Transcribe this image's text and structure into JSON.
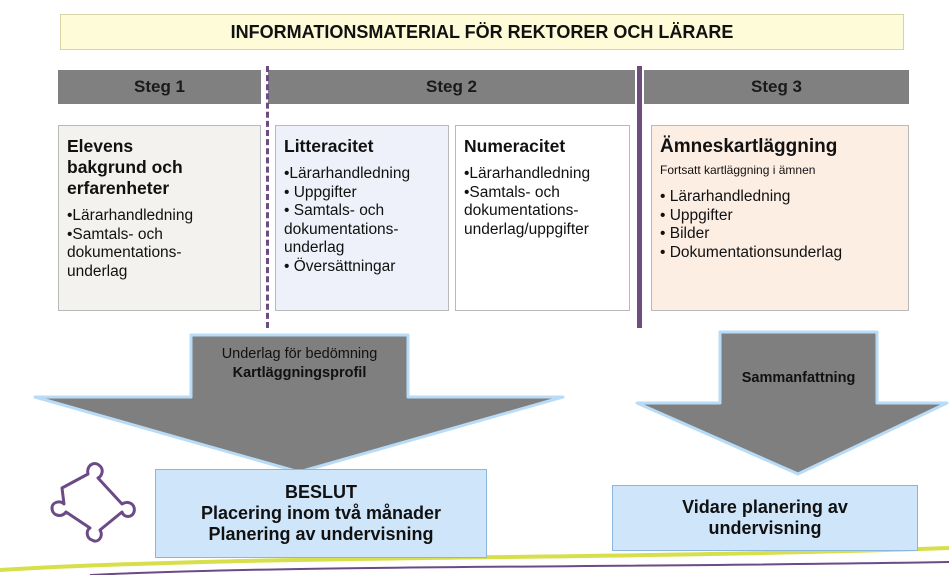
{
  "title": "INFORMATIONSMATERIAL FÖR REKTORER OCH LÄRARE",
  "steps": [
    "Steg 1",
    "Steg 2",
    "Steg 3"
  ],
  "cards": [
    {
      "title_lines": [
        "Elevens",
        "bakgrund och",
        "erfarenheter"
      ],
      "items": [
        "•Lärarhandledning",
        "•Samtals- och",
        "dokumentations-",
        "underlag"
      ]
    },
    {
      "title": "Litteracitet",
      "items": [
        "•Lärarhandledning",
        "• Uppgifter",
        "• Samtals- och",
        "dokumentations-",
        "underlag",
        "• Översättningar"
      ]
    },
    {
      "title": "Numeracitet",
      "items": [
        "•Lärarhandledning",
        "•Samtals- och",
        "dokumentations-",
        "underlag/uppgifter"
      ]
    },
    {
      "title": "Ämneskartläggning",
      "subtitle": "Fortsatt kartläggning i ämnen",
      "items": [
        "• Lärarhandledning",
        "• Uppgifter",
        "• Bilder",
        "• Dokumentationsunderlag"
      ]
    }
  ],
  "arrow_left": {
    "line1": "Underlag för bedömning",
    "line2": "Kartläggningsprofil"
  },
  "arrow_right": {
    "label": "Sammanfattning"
  },
  "result_left": [
    "BESLUT",
    "Placering inom två månader",
    "Planering av undervisning"
  ],
  "result_right": [
    "Vidare planering av",
    "undervisning"
  ],
  "colors": {
    "title_bg": "#fdfbd8",
    "step_bar": "#808080",
    "divider": "#6d4c7f",
    "arrow_fill": "#7f7f7f",
    "arrow_head_band": "#b8dcf7",
    "result_bg": "#cfe6fa",
    "puzzle_stroke": "#6b4a86",
    "bottom_line": "#d7e04a"
  }
}
